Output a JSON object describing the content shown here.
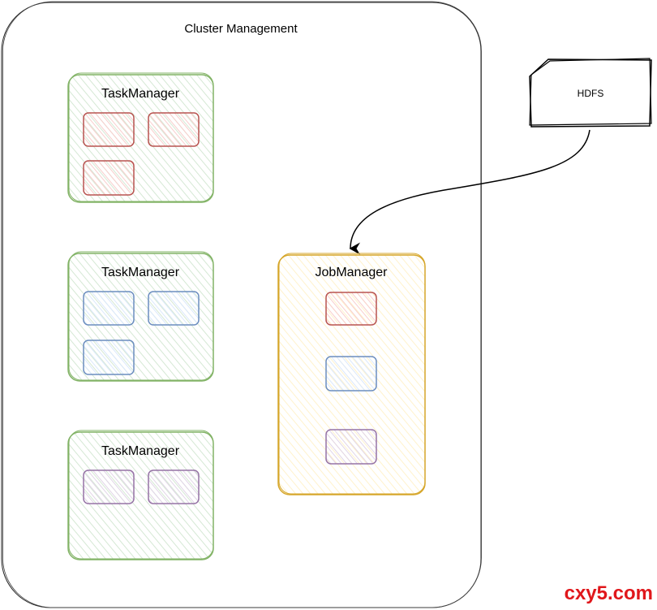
{
  "cluster": {
    "title": "Cluster Management"
  },
  "hdfs": {
    "label": "HDFS"
  },
  "task_managers": [
    {
      "label": "TaskManager",
      "slots": [
        "red",
        "red",
        "red"
      ]
    },
    {
      "label": "TaskManager",
      "slots": [
        "blue",
        "blue",
        "blue"
      ]
    },
    {
      "label": "TaskManager",
      "slots": [
        "purple",
        "purple"
      ]
    }
  ],
  "job_manager": {
    "label": "JobManager",
    "slots": [
      "red",
      "blue",
      "purple"
    ]
  },
  "watermark": "cxy5.com",
  "colors": {
    "tm_stroke": "#82b366",
    "tm_fill": "#d5e8d4",
    "jm_stroke": "#d6a62a",
    "jm_fill": "#fff2cc",
    "red_stroke": "#b85450",
    "red_fill": "#f8cecc",
    "blue_stroke": "#6c8ebf",
    "blue_fill": "#dae8fc",
    "purple_stroke": "#9673a6",
    "purple_fill": "#e1d5e7",
    "watermark": "#e0171b"
  }
}
